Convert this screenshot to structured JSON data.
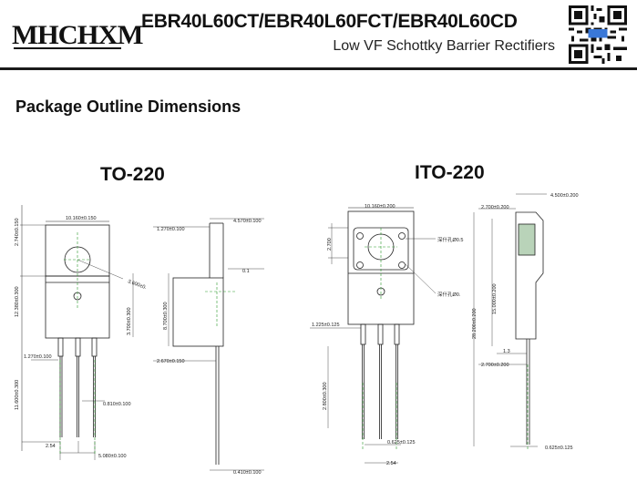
{
  "header": {
    "logo_text": "MHCHXM",
    "part_numbers": "EBR40L60CT/EBR40L60FCT/EBR40L60CD",
    "subtitle": "Low VF Schottky Barrier Rectifiers"
  },
  "section_title": "Package Outline Dimensions",
  "to220": {
    "title": "TO-220",
    "dims": {
      "width": "10.160±0.150",
      "tab_height": "2.740±0.150",
      "body_height": "12.380±0.300",
      "hole": "3.600±0.",
      "tab_hole_offset": "3.700±0.300",
      "lead_pitch_top": "1.270±0.100",
      "lead_length": "11.600±0.300",
      "lead_width": "0.810±0.100",
      "pitch": "2.54",
      "span": "5.080±0.100",
      "side_top": "1.270±0.100",
      "side_depth": "4.570±0.100",
      "side_gap": "0.1",
      "side_body": "8.700±0.300",
      "side_base": "2.670±0.150",
      "side_lead": "0.410±0.100"
    }
  },
  "ito220": {
    "title": "ITO-220",
    "dims": {
      "width": "10.160±0.200",
      "tab_height": "2.700",
      "hole1": "深什孔Ø0.5",
      "hole2": "深什孔Ø0.",
      "lead_top": "1.225±0.125",
      "lead_length": "2.800±0.300",
      "lead_width": "0.625±0.125",
      "pitch": "2.54",
      "side_top": "2.700±0.200",
      "side_depth": "4.500±0.200",
      "side_body": "15.000±0.200",
      "side_total": "28.200±0.200",
      "side_step": "1.3",
      "side_base": "2.700±0.200",
      "side_lead": "0.625±0.125"
    }
  }
}
